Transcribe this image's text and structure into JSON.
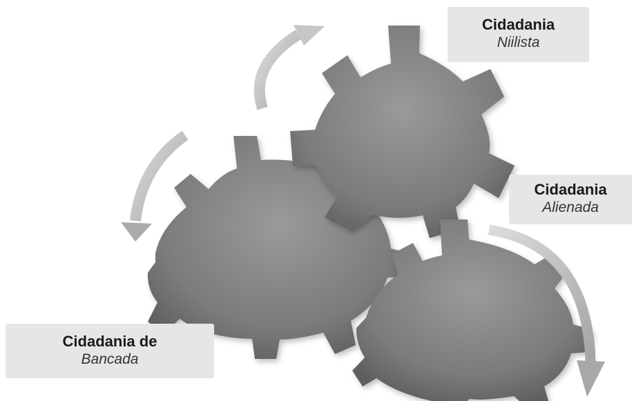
{
  "labels": {
    "niilista": {
      "line1": "Cidadania",
      "line2": "Niilista"
    },
    "alienada": {
      "line1": "Cidadania",
      "line2": "Alienada"
    },
    "bancada": {
      "line1": "Cidadania de",
      "line2": "Bancada"
    }
  },
  "colors": {
    "gear_dark": "#6b6b6b",
    "gear_light": "#939393",
    "arrow_light": "#d2d2d2",
    "arrow_dark": "#a8a8a8",
    "label_bg": "#e6e6e6"
  }
}
